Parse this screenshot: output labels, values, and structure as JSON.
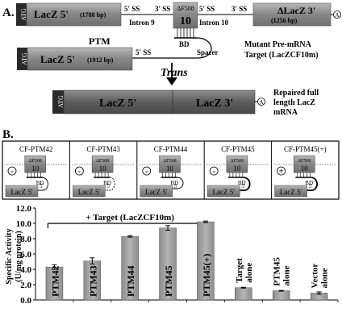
{
  "panel_a": {
    "label": "A.",
    "atg": "ATG",
    "lacz5_name": "LacZ 5'",
    "lacz5_size": "(1788 bp)",
    "ss5_a": "5' SS",
    "intron9": "Intron 9",
    "ss3_a": "3' SS",
    "exon_top": "ΔF508",
    "exon_num": "10",
    "ss5_b": "5' SS",
    "intron10": "Intron 10",
    "ss3_b": "3' SS",
    "dlacz3_name": "ΔLacZ 3'",
    "dlacz3_size": "(1256 bp)",
    "polya": "A",
    "ptm_label": "PTM",
    "ptm_lacz5_name": "LacZ 5'",
    "ptm_lacz5_size": "(1912 bp)",
    "ptm_ss5": "5' SS",
    "bd": "BD",
    "spacer": "Spacer",
    "target_line1": "Mutant Pre-mRNA",
    "target_line2": "Target (LacZCF10m)",
    "trans": "Trans",
    "repaired_lacz5": "LacZ 5'",
    "repaired_lacz3": "LacZ 3'",
    "repaired_line1": "Repaired full",
    "repaired_line2": "length LacZ",
    "repaired_line3": "mRNA"
  },
  "panel_b": {
    "label": "B.",
    "constructs": [
      {
        "name": "CF-PTM42",
        "charge": "-"
      },
      {
        "name": "CF-PTM43",
        "charge": "-"
      },
      {
        "name": "CF-PTM44",
        "charge": "-"
      },
      {
        "name": "CF-PTM45",
        "charge": "-"
      },
      {
        "name": "CF-PTM45(+)",
        "charge": "+"
      }
    ],
    "exon_top": "ΔF508",
    "exon_num": "10",
    "bd": "BD",
    "five": "5'",
    "lacz5": "LacZ 5'"
  },
  "chart_data": {
    "type": "bar",
    "bracket_label": "+ Target (LacZCF10m)",
    "ylabel_line1": "Specific Activity",
    "ylabel_line2": "(U/mg protein)",
    "ylim": [
      0,
      12
    ],
    "yticks": [
      "0.0",
      "2.0",
      "4.0",
      "6.0",
      "8.0",
      "10.0",
      "12.0"
    ],
    "categories": [
      "PTM42",
      "PTM43",
      "PTM44",
      "PTM45",
      "PTM45(+)",
      "Target alone",
      "PTM45 alone",
      "Vector alone"
    ],
    "values": [
      4.3,
      5.1,
      8.3,
      9.4,
      10.2,
      1.6,
      1.2,
      0.9
    ],
    "errors": [
      0.3,
      0.4,
      0.1,
      0.3,
      0.1,
      0.05,
      0.05,
      0.15
    ],
    "bar_color": "#9a9a9a"
  }
}
